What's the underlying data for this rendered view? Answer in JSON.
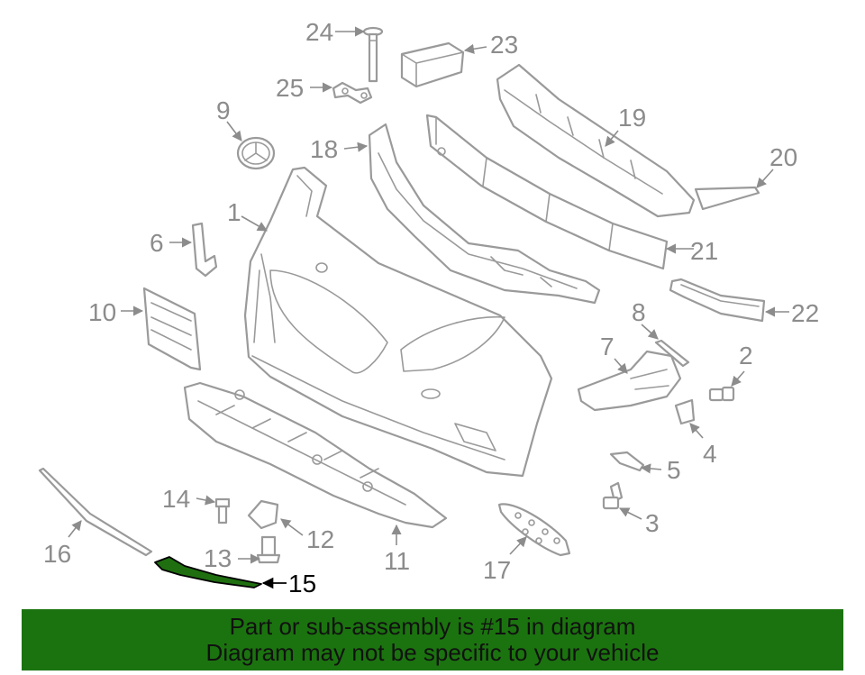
{
  "highlighted_part": "15",
  "callouts": {
    "p1": "1",
    "p2": "2",
    "p3": "3",
    "p4": "4",
    "p5": "5",
    "p6": "6",
    "p7": "7",
    "p8": "8",
    "p9": "9",
    "p10": "10",
    "p11": "11",
    "p12": "12",
    "p13": "13",
    "p14": "14",
    "p15": "15",
    "p16": "16",
    "p17": "17",
    "p18": "18",
    "p19": "19",
    "p20": "20",
    "p21": "21",
    "p22": "22",
    "p23": "23",
    "p24": "24",
    "p25": "25"
  },
  "colors": {
    "highlight": "#1f6f10",
    "banner": "#1b730f",
    "line_art": "#9a9a9a"
  },
  "banner": {
    "line1": "Part or sub-assembly is #15 in diagram",
    "line2": "Diagram may not be specific to your vehicle"
  }
}
